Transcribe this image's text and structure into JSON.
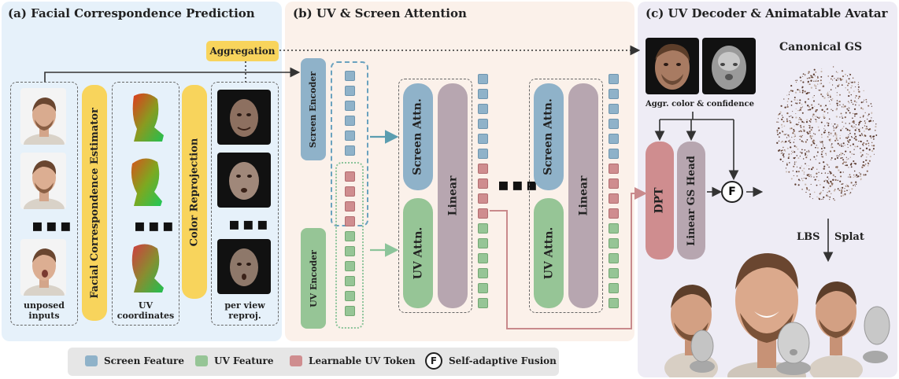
{
  "panels": {
    "a_title": "(a)  Facial Correspondence Prediction",
    "b_title": "(b)  UV & Screen Attention",
    "c_title": "(c)  UV Decoder & Animatable Avatar"
  },
  "panel_a": {
    "aggregation": "Aggregation",
    "estimator": "Facial Correspondence Estimator",
    "reprojection": "Color Reprojection",
    "col1_caption": "unposed\ninputs",
    "col2_caption": "UV\ncoordinates",
    "col3_caption": "per view\nreproj.",
    "ellipsis": "▪▪▪"
  },
  "panel_b": {
    "screen_encoder": "Screen Encoder",
    "uv_encoder": "UV Encoder",
    "screen_attn": "Screen Attn.",
    "uv_attn": "UV Attn.",
    "linear": "Linear",
    "ellipsis": "▪▪▪"
  },
  "panel_c": {
    "aggr_caption": "Aggr. color & confidence",
    "canonical": "Canonical GS",
    "dpt": "DPT",
    "linear_head": "Linear GS Head",
    "fusion": "F",
    "lbs": "LBS",
    "splat": "Splat"
  },
  "legend": {
    "screen_feature": "Screen Feature",
    "uv_feature": "UV Feature",
    "learnable_token": "Learnable UV Token",
    "fusion_symbol": "F",
    "fusion_label": "Self-adaptive Fusion"
  },
  "colors": {
    "panel_a_bg": "#e6f1fa",
    "panel_b_bg": "#fbf1ea",
    "panel_c_bg": "#eeecf5",
    "screen": "#8fb2c9",
    "uv": "#96c596",
    "token": "#cf8d8f",
    "yellow": "#f8d45c",
    "linear": "#b7a6b0"
  }
}
